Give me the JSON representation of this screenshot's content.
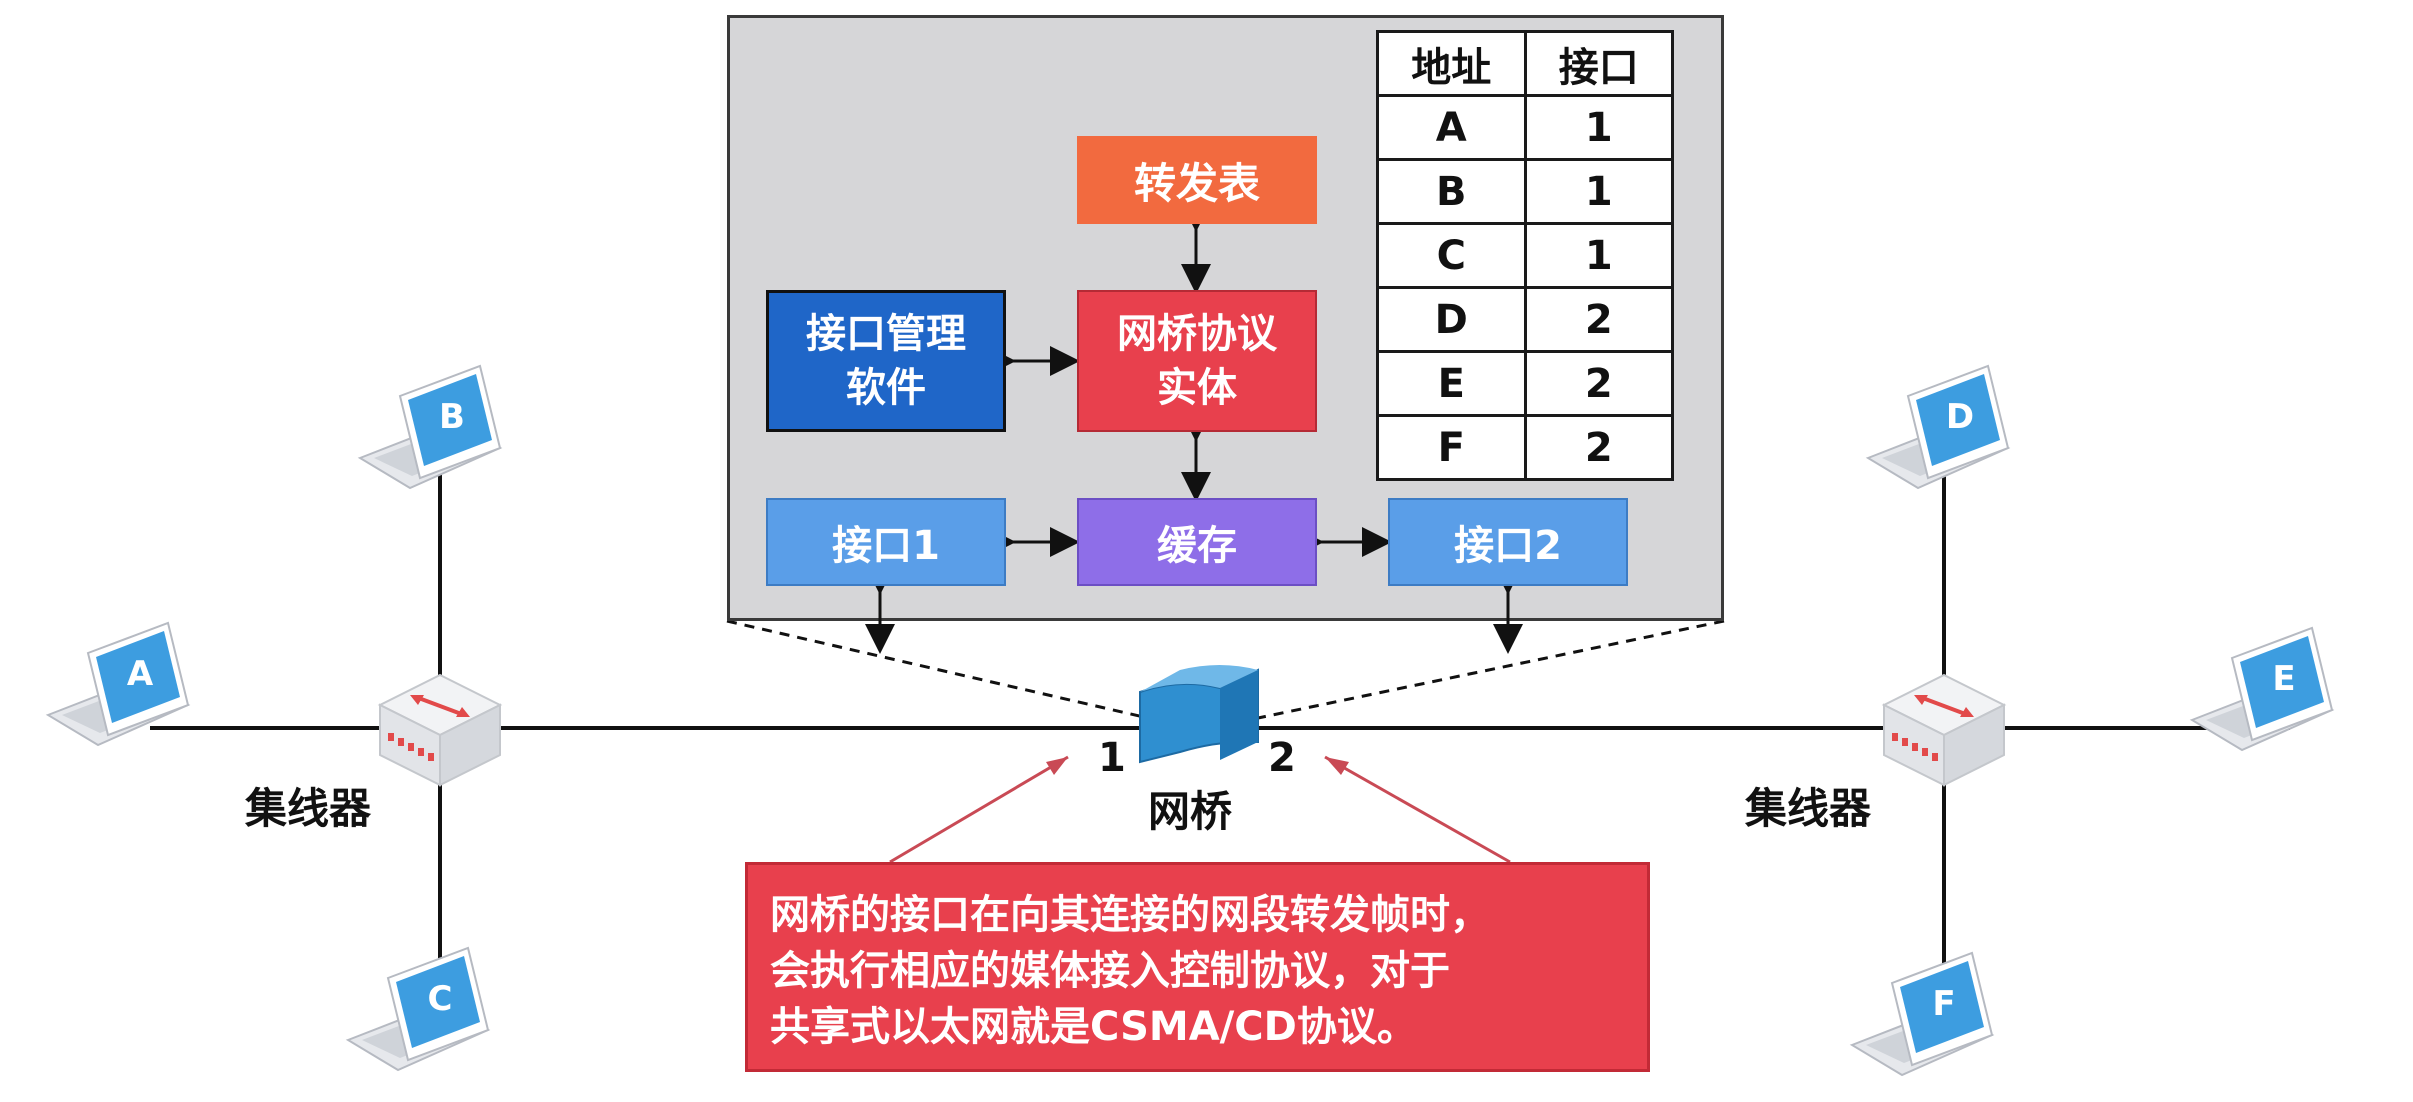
{
  "forwarding_table": {
    "headers": [
      "地址",
      "接口"
    ],
    "rows": [
      [
        "A",
        "1"
      ],
      [
        "B",
        "1"
      ],
      [
        "C",
        "1"
      ],
      [
        "D",
        "2"
      ],
      [
        "E",
        "2"
      ],
      [
        "F",
        "2"
      ]
    ]
  },
  "blocks": {
    "forwarding_table_label": "转发表",
    "port_mgmt_line1": "接口管理",
    "port_mgmt_line2": "软件",
    "protocol_line1": "网桥协议",
    "protocol_line2": "实体",
    "buffer": "缓存",
    "port1": "接口1",
    "port2": "接口2"
  },
  "network": {
    "hub_left_label": "集线器",
    "hub_right_label": "集线器",
    "bridge_label": "网桥",
    "bridge_port1": "1",
    "bridge_port2": "2",
    "hosts": [
      "A",
      "B",
      "C",
      "D",
      "E",
      "F"
    ]
  },
  "callout": {
    "line1": "网桥的接口在向其连接的网段转发帧时，",
    "line2": "会执行相应的媒体接入控制协议，对于",
    "line3": "共享式以太网就是CSMA/CD协议。"
  },
  "colors": {
    "panel": "#d6d6d8",
    "forwarding_table_box": "#f26a3f",
    "port_mgmt_box": "#1f66c8",
    "protocol_box": "#e8404d",
    "buffer_box": "#8e6ee8",
    "port_box": "#5a9ee8",
    "callout": "#e8404d",
    "laptop": "#3d9de0"
  }
}
